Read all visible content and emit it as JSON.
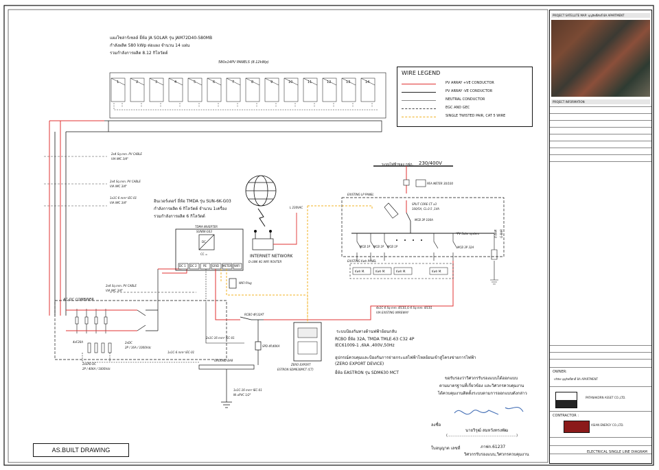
{
  "sheet": {
    "stamp_as_built": "AS.BUILT DRAWING"
  },
  "pv_array": {
    "note_line1": "แผงโซล่าร์เซลล์ ยี่ห้อ JA SOLAR รุ่น JAM72D40-580MB",
    "note_line2": "กำลังผลิต 580 kWp ต่อแผง จำนวน 14 แผ่น",
    "note_line3": "รวมกำลังการผลิต 8.12 กิโลวัตต์",
    "array_label": "580x14PV PANELS (8.12kWp)",
    "panel_numbers": [
      "1",
      "2",
      "3",
      "4",
      "5",
      "6",
      "7",
      "8",
      "9",
      "10",
      "11",
      "12",
      "13",
      "14"
    ]
  },
  "cables": {
    "c1_line1": "2x4 Sq.mm. PV CABLE",
    "c1_line2": "VIA IMC 3/4\"",
    "c2_line1": "2x4 Sq.mm. PV CABLE",
    "c2_line2": "VIA IMC 3/4\"",
    "c3_line1": "1x1C-6 mm² IEC-01",
    "c3_line2": "VIA IMC 3/4\"",
    "c4_line1": "2x4 Sq.mm. PV CABLE",
    "c4_line2": "VIA IMC 3/4\"",
    "c5": "2x1C-16 mm² IEC-01",
    "c6": "1x1C-6 mm² IEC-01",
    "c7_line1": "1x1C-16 mm² IEC-01",
    "c7_line2": "IN uPVC 1/2\"",
    "c8_line1": "4x1C-6 Sq.mm. IEC01,G-6 Sq.mm. IEC01",
    "c8_line2": "VIA EXISTING WIREWAY"
  },
  "inverter": {
    "note_line1": "อินเวอร์เตอร์ ยี่ห้อ TMDA รุ่น SUN-6K-G03",
    "note_line2": "กำลังการผลิต 6 กิโลวัตต์ จำนวน 1เครื่อง",
    "note_line3": "รวมกำลังการผลิต  6 กิโลวัตต์",
    "box_title1": "TDMA INVERTER",
    "box_title2": "SUN6K-G03",
    "dc_ac_label": "DC",
    "cc_label": "CC =",
    "terminals": [
      "DC 1",
      "DC 2",
      "PE",
      "GRID",
      "METER",
      "WIFI"
    ],
    "wifi_plug": "WIFI-Plug"
  },
  "router": {
    "label1": "INTERNET NETWORK",
    "label2": "D-LINK 4G WIFI ROUTER",
    "supply": "L 230VAC"
  },
  "combiner": {
    "title": "AC-DC COMBINER",
    "fuse": "4xF20A",
    "dc_switch_line1": "2xDC",
    "dc_switch_line2": "2P / 16A / 1000Vdc",
    "spd_line1": "2xSPD DC",
    "spd_line2": "2P / 40KA / 1000Vdc",
    "ground_bar": "GROUND BAR",
    "spd_ac": "SPD 4P,40KA",
    "rcbo": "RCBO 4P,32AT"
  },
  "meter": {
    "label1": "ZERO EXPORT",
    "label2": "ESTRON SDM630MCT (CT)"
  },
  "utility": {
    "supply_label": "ระบบไฟฟ้าของ กฟภ.",
    "voltage": "230/400V",
    "pea_meter": "PEA METER 30/100",
    "lp_panel": "EXISTING LP PANEL",
    "ct_line1": "SPLIT CORE CT x3",
    "ct_line2": "100/5A, CL.0.5 ,1VA",
    "mcb_main": "MCB 3P 100A",
    "pv_solar_system": "*PV Solar system",
    "mcb_pv": "MCB 3P 32A",
    "mcb_1p": [
      "MCB 1P",
      "MCB 1P",
      "MCB 1P"
    ],
    "kwh_panel": "EXISTING Kwh PANEL",
    "kwh_meters": [
      "Kwh M.",
      "Kwh M.",
      "Kwh M.",
      "Kwh M."
    ],
    "surge_labels": [
      "E-BAR",
      "G-BAR"
    ]
  },
  "protection_note": {
    "line1": "ระบบป้องกันทางด้านฟฟ้าย้อนกลับ",
    "line2": "RCBO ยี่ห้อ 32A, TMDA  TMLE-63 C32 4P",
    "line3": "IEC61009-1 ,6kA ,400V,50Hz",
    "line4": "อุปกรณ์ควบคุมและป้องกันการจ่ายกระแสไฟฟ้าไหลย้อนเข้าสู่โครงข่ายการไฟฟ้า",
    "line5": "(ZERO EXPORT DEVICE)",
    "line6": "ยี่ห้อ EASTRON รุ่น  SDM630 MCT"
  },
  "certification": {
    "line1": "ขอรับรองว่าวิศวกรรับรองแบบได้ออกแบบ",
    "line2": "ตามมาตรฐานที่เกี่ยวข้อง และวิศวกรควบคุมงาน",
    "line3": "ได้ควบคุมงานติดตั้งระบบตามการออกแบบดังกล่าว",
    "sign_label": "ลงชื่อ",
    "engineer_name": "นายวิรุฒ์ สมหวังทรงพัฒ",
    "paren": "(...............................................................)",
    "license_label": "ใบอนุญาต เลขที่",
    "license_no": "ภาฟก.61237",
    "role": "วิศวกรรับรองแบบ,วิศวกรควบคุมงาน"
  },
  "legend": {
    "title": "WIRE LEGEND",
    "rows": [
      {
        "label": "PV ARRAY +VE CONDUCTOR",
        "color": "#e03030"
      },
      {
        "label": "PV ARRAY -VE CONDUCTOR",
        "color": "#222222"
      },
      {
        "label": "NEUTRAL CONDUCTOR",
        "color": "#888888"
      },
      {
        "label": "EGC AND GEC",
        "color": "#444444"
      },
      {
        "label": "SINGLE TWISTED PAIR, CAT 5 WIRE",
        "color": "#f0b020"
      }
    ]
  },
  "title_block": {
    "map_header": "PROJECT SATELLITE MAP: บุญสิทธิ์ศักดิ์ 8A APARTMENT",
    "info_header": "PROJECT INFORMATION",
    "owner_label": "OWNER:",
    "owner_name": "บริษัท บุญสิทธิ์ศักดิ์ 8A APARTMENT",
    "designer": "PATANAKORN ASSET CO.,LTD.",
    "contractor_label": "CONTRACTOR :",
    "contractor": "ASIAN ENERGY CO.,LTD.",
    "drawing_title": "ELECTRICAL SINGLE LINE DIAGRAM"
  },
  "colors": {
    "pv_positive": "#e03030",
    "pv_negative": "#222222",
    "comm": "#f0b020",
    "ground": "#444444"
  }
}
